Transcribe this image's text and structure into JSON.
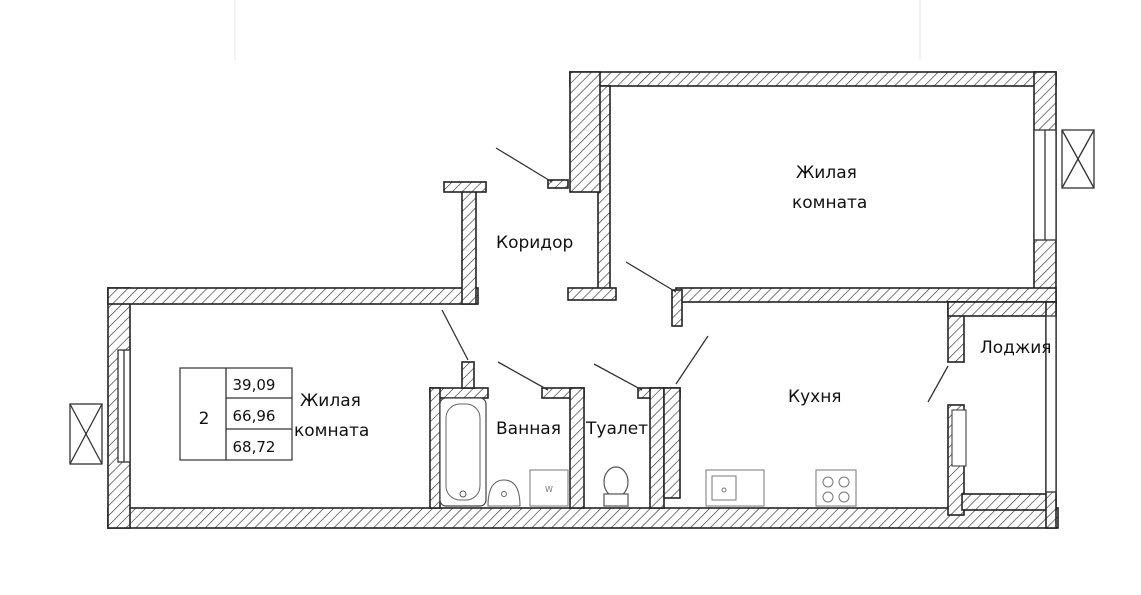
{
  "rooms": {
    "living_top": {
      "line1": "Жилая",
      "line2": "комната"
    },
    "living_left": {
      "line1": "Жилая",
      "line2": "комната"
    },
    "corridor": "Коридор",
    "bathroom": "Ванная",
    "toilet": "Туалет",
    "kitchen": "Кухня",
    "loggia": "Лоджия"
  },
  "apartment_info": {
    "rooms_count": "2",
    "living_area": "39,09",
    "total_area": "66,96",
    "total_area_with_loggia": "68,72"
  },
  "appliances": {
    "washer_mark": "W"
  },
  "icons": [
    "window-icon",
    "bathtub-icon",
    "sink-icon",
    "washer-icon",
    "toilet-icon",
    "kitchen-sink-icon",
    "stove-icon"
  ]
}
